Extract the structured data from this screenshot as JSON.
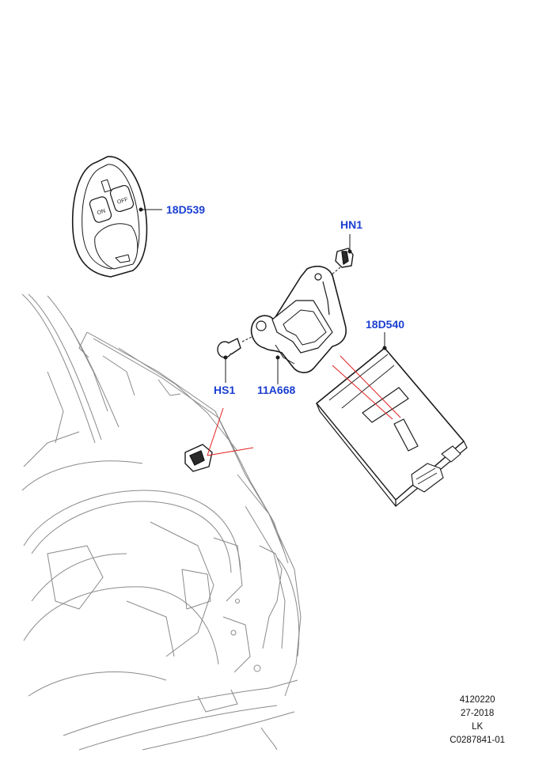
{
  "callouts": {
    "remote_fob": "18D539",
    "clip": "HN1",
    "module": "18D540",
    "screw": "HS1",
    "bracket": "11A668"
  },
  "fob_buttons": {
    "on": "ON",
    "off": "OFF"
  },
  "reference": {
    "code": "4120220",
    "date": "27-2018",
    "initials": "LK",
    "drawing_id": "C0287841-01"
  },
  "colors": {
    "callout_text": "#1a3fd1",
    "leader_red": "#e02020",
    "line": "#1a1a1a",
    "vehicle_line": "#8a8a8a"
  }
}
